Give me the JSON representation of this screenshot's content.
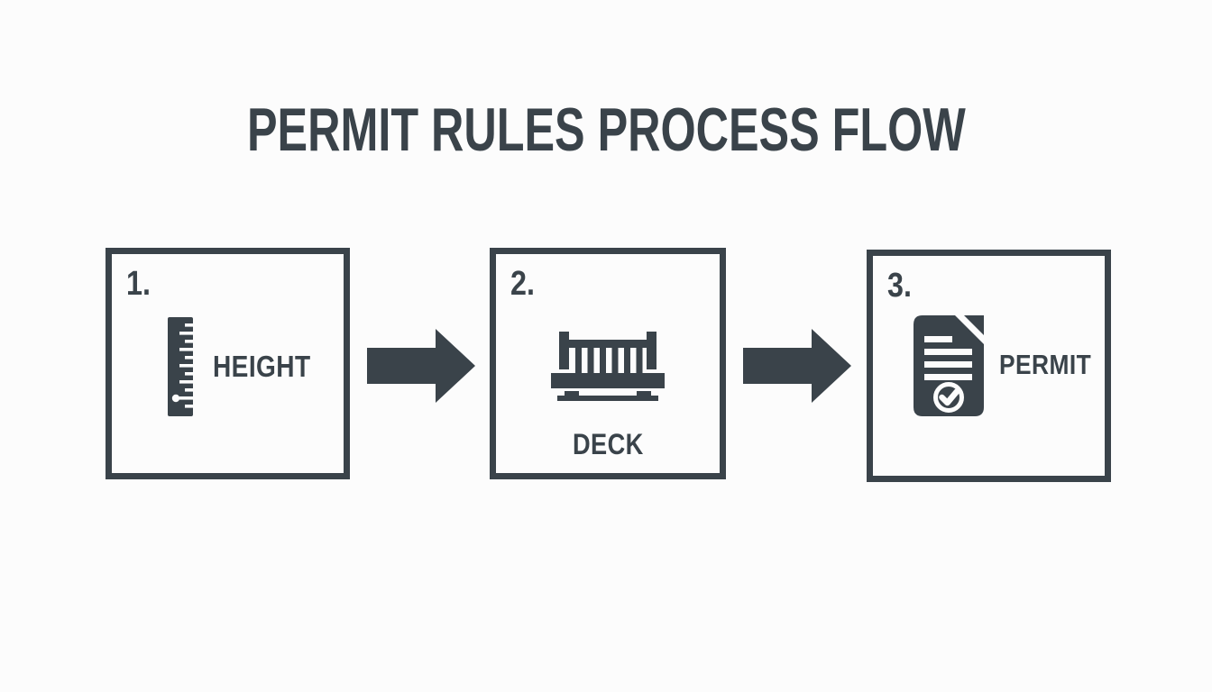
{
  "title": "PERMIT RULES PROCESS FLOW",
  "colors": {
    "ink": "#3a434a",
    "background": "#fcfcfc",
    "icon_cutout": "#fcfcfc"
  },
  "steps": [
    {
      "number": "1.",
      "label": "HEIGHT",
      "icon": "ruler-icon"
    },
    {
      "number": "2.",
      "label": "DECK",
      "icon": "deck-icon"
    },
    {
      "number": "3.",
      "label": "PERMIT",
      "icon": "permit-document-icon"
    }
  ],
  "connectors": [
    {
      "icon": "arrow-right-icon",
      "from": "HEIGHT",
      "to": "DECK"
    },
    {
      "icon": "arrow-right-icon",
      "from": "DECK",
      "to": "PERMIT"
    }
  ]
}
